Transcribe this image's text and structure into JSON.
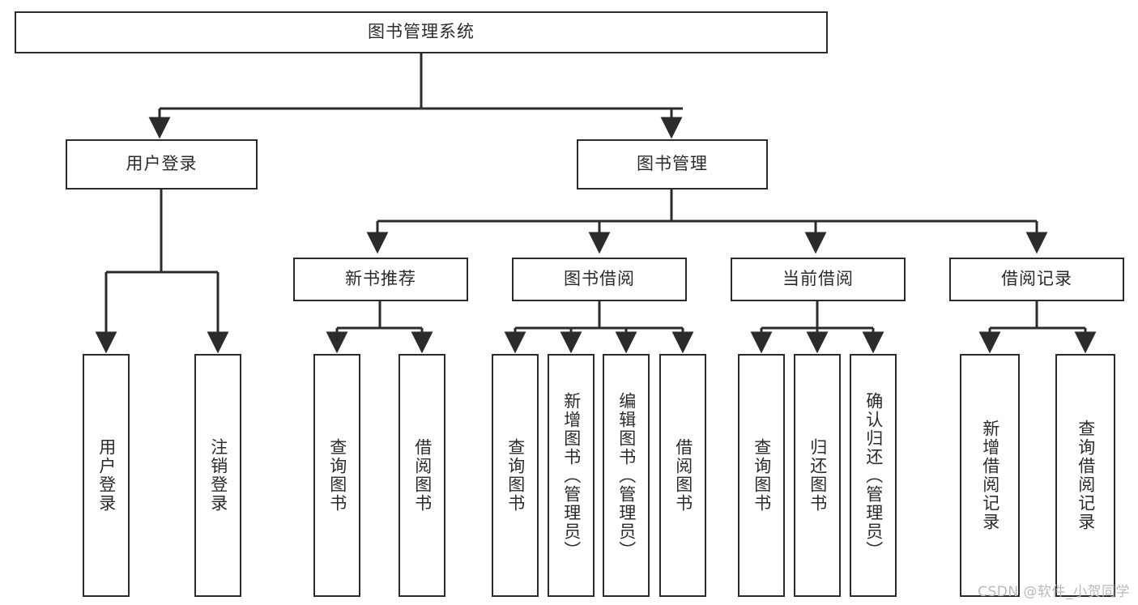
{
  "diagram": {
    "type": "tree-hierarchy",
    "title": "图书管理系统",
    "watermark": "CSDN @软件_小贺同学",
    "colors": {
      "node_border": "#2b2b2b",
      "node_fill": "#ffffff",
      "edge": "#2b2b2b",
      "background": "#ffffff",
      "watermark": "#b9b9b9"
    },
    "levels": [
      {
        "level": 1,
        "nodes": [
          {
            "id": "root",
            "label": "图书管理系统",
            "orientation": "horizontal"
          }
        ]
      },
      {
        "level": 2,
        "nodes": [
          {
            "id": "user-login",
            "label": "用户登录",
            "orientation": "horizontal",
            "parent": "root"
          },
          {
            "id": "book-manage",
            "label": "图书管理",
            "orientation": "horizontal",
            "parent": "root"
          }
        ]
      },
      {
        "level": 3,
        "nodes": [
          {
            "id": "new-book-rec",
            "label": "新书推荐",
            "orientation": "horizontal",
            "parent": "book-manage"
          },
          {
            "id": "book-borrow",
            "label": "图书借阅",
            "orientation": "horizontal",
            "parent": "book-manage"
          },
          {
            "id": "current-borrow",
            "label": "当前借阅",
            "orientation": "horizontal",
            "parent": "book-manage"
          },
          {
            "id": "borrow-record",
            "label": "借阅记录",
            "orientation": "horizontal",
            "parent": "book-manage"
          }
        ]
      },
      {
        "level": 4,
        "nodes": [
          {
            "id": "leaf-user-login",
            "label": "用户登录",
            "orientation": "vertical",
            "parent": "user-login"
          },
          {
            "id": "leaf-logout-login",
            "label": "注销登录",
            "orientation": "vertical",
            "parent": "user-login"
          },
          {
            "id": "leaf-query-book-1",
            "label": "查询图书",
            "orientation": "vertical",
            "parent": "new-book-rec"
          },
          {
            "id": "leaf-borrow-book-1",
            "label": "借阅图书",
            "orientation": "vertical",
            "parent": "new-book-rec"
          },
          {
            "id": "leaf-query-book-2",
            "label": "查询图书",
            "orientation": "vertical",
            "parent": "book-borrow"
          },
          {
            "id": "leaf-add-book",
            "label": "新增图书（管理员）",
            "orientation": "vertical",
            "parent": "book-borrow"
          },
          {
            "id": "leaf-edit-book",
            "label": "编辑图书（管理员）",
            "orientation": "vertical",
            "parent": "book-borrow"
          },
          {
            "id": "leaf-borrow-book-2",
            "label": "借阅图书",
            "orientation": "vertical",
            "parent": "book-borrow"
          },
          {
            "id": "leaf-query-book-3",
            "label": "查询图书",
            "orientation": "vertical",
            "parent": "current-borrow"
          },
          {
            "id": "leaf-return-book",
            "label": "归还图书",
            "orientation": "vertical",
            "parent": "current-borrow"
          },
          {
            "id": "leaf-confirm-return",
            "label": "确认归还（管理员）",
            "orientation": "vertical",
            "parent": "current-borrow"
          },
          {
            "id": "leaf-add-record",
            "label": "新增借阅记录",
            "orientation": "vertical",
            "parent": "borrow-record"
          },
          {
            "id": "leaf-query-record",
            "label": "查询借阅记录",
            "orientation": "vertical",
            "parent": "borrow-record"
          }
        ]
      }
    ]
  }
}
